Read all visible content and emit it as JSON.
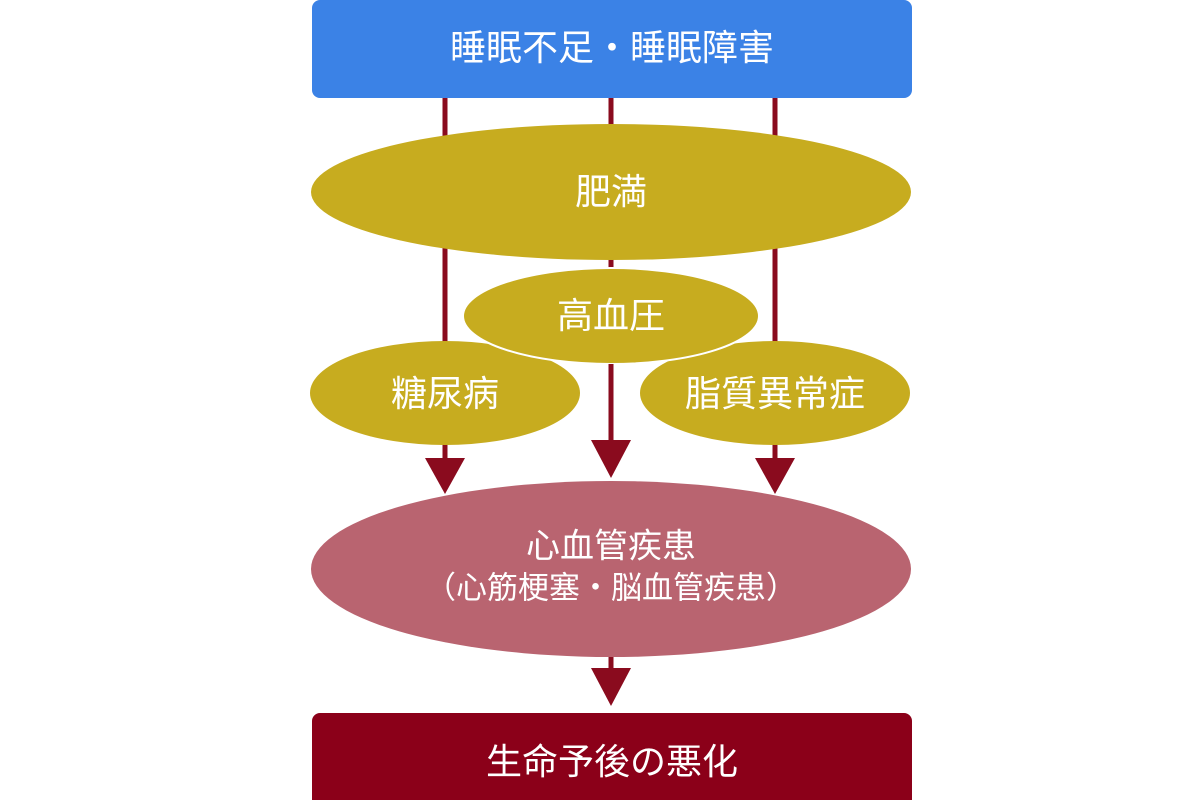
{
  "diagram": {
    "top_box": {
      "label": "睡眠不足・睡眠障害",
      "color": "#3b82e6"
    },
    "obesity": {
      "label": "肥満",
      "color": "#c7ac1f"
    },
    "hypertension": {
      "label": "高血圧",
      "color": "#c7ac1f"
    },
    "diabetes": {
      "label": "糖尿病",
      "color": "#c7ac1f"
    },
    "dyslipidemia": {
      "label": "脂質異常症",
      "color": "#c7ac1f"
    },
    "cardiovascular": {
      "label": "心血管疾患",
      "sublabel": "（心筋梗塞・脳血管疾患）",
      "color": "#b96470"
    },
    "bottom_box": {
      "label": "生命予後の悪化",
      "color": "#8b0019"
    },
    "arrow_color": "#8a0b1e"
  }
}
